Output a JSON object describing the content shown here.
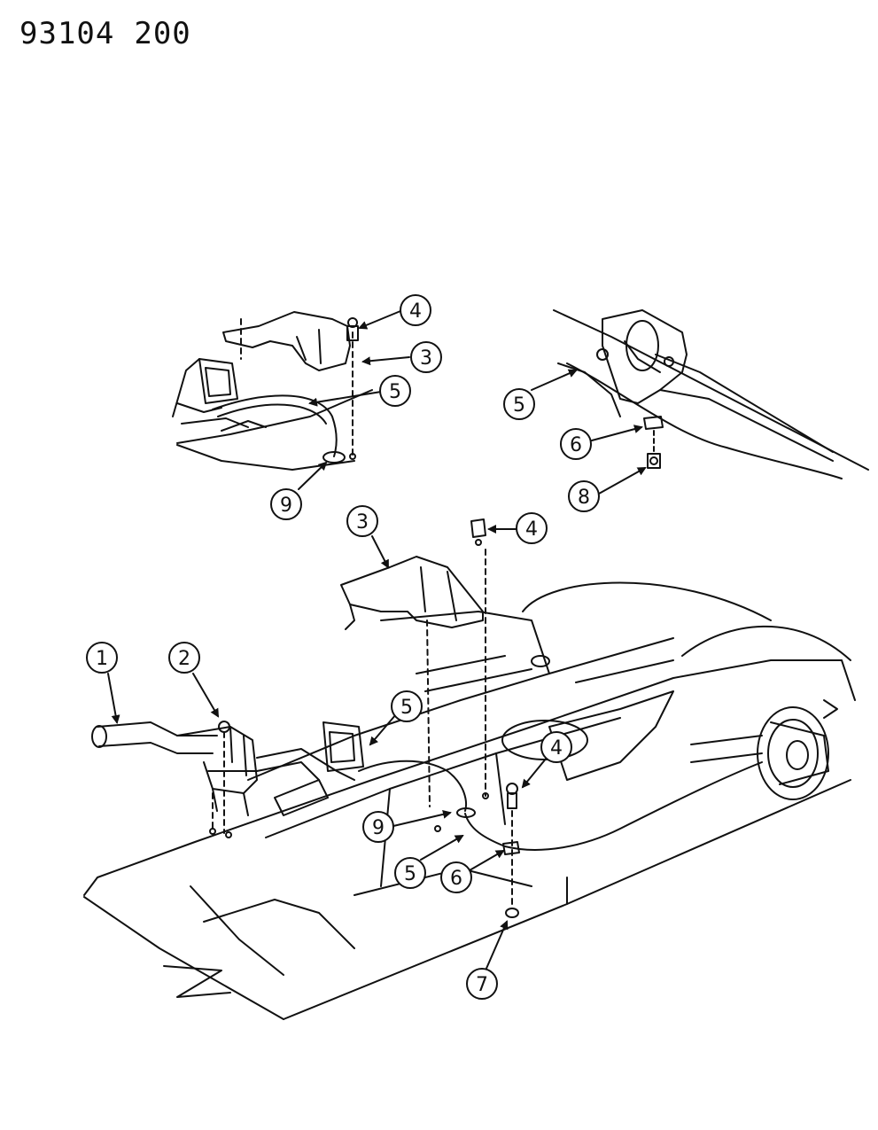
{
  "document": {
    "number_part1": "93104",
    "number_part2": "200"
  },
  "callouts": {
    "c1": "1",
    "c2": "2",
    "c3_main": "3",
    "c3_inset": "3",
    "c4_inset": "4",
    "c4_main_top": "4",
    "c4_main_lower": "4",
    "c5_inset_left": "5",
    "c5_inset_right": "5",
    "c5_main_upper": "5",
    "c5_main_lower": "5",
    "c6_inset": "6",
    "c6_main": "6",
    "c7": "7",
    "c8": "8",
    "c9_inset": "9",
    "c9_main": "9"
  },
  "colors": {
    "ink": "#111111",
    "paper": "#ffffff"
  }
}
